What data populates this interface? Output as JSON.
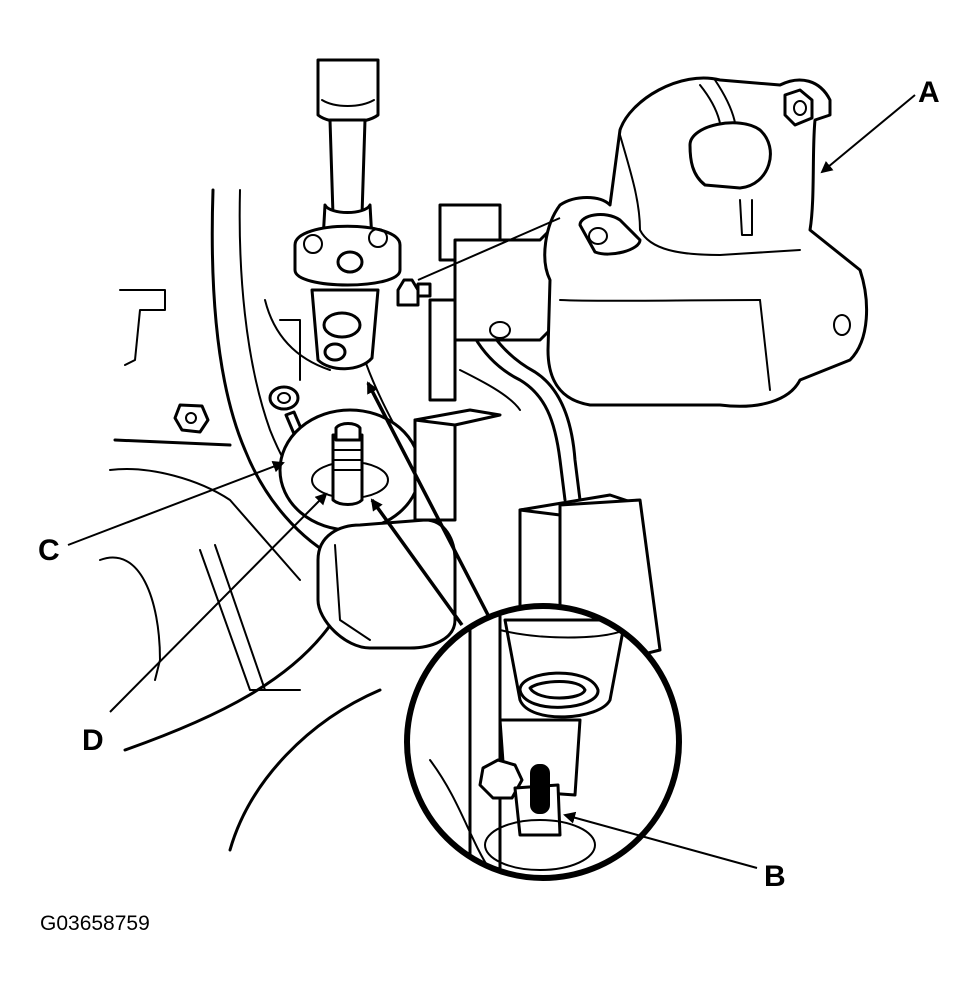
{
  "labels": {
    "a": "A",
    "b": "B",
    "c": "C",
    "d": "D"
  },
  "figure_code": "G03658759",
  "colors": {
    "ink": "#000000",
    "background": "#ffffff"
  }
}
